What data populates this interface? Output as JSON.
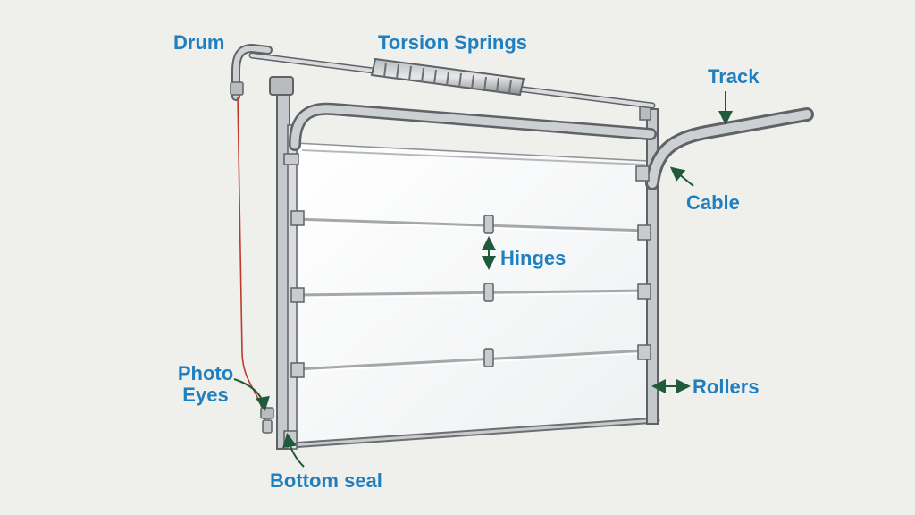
{
  "colors": {
    "background": "#efefec",
    "label": "#1f7fbf",
    "arrow": "#1f5a3a",
    "cable": "#c0392b",
    "frame_stroke": "#5f6266",
    "frame_fill": "#c6c9cc",
    "panel_fill": "#ffffff"
  },
  "labels": {
    "drum": "Drum",
    "torsion_springs": "Torsion Springs",
    "track": "Track",
    "cable": "Cable",
    "hinges": "Hinges",
    "rollers": "Rollers",
    "photo_eyes": "Photo\nEyes",
    "bottom_seal": "Bottom seal"
  }
}
